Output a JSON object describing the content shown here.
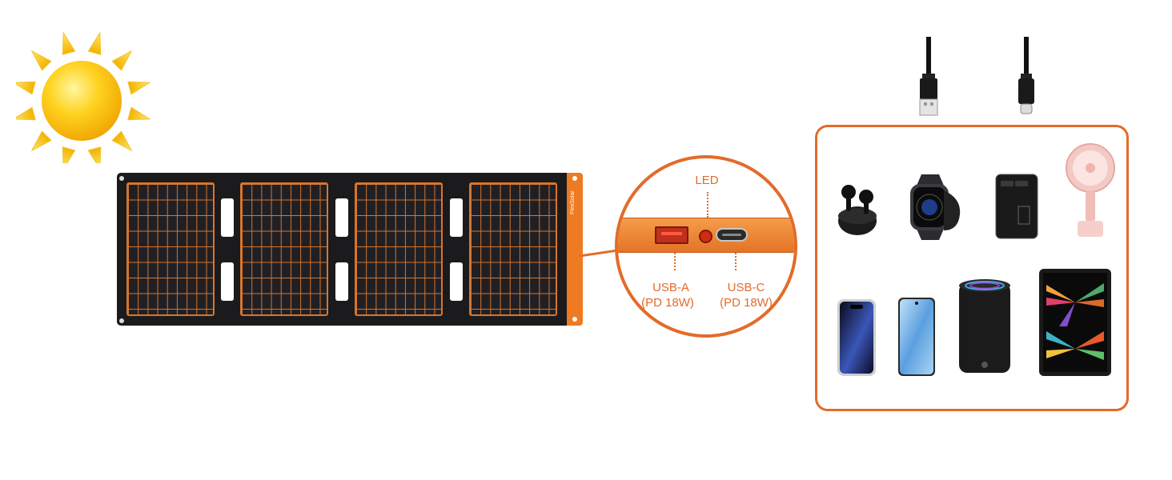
{
  "callout": {
    "led_label": "LED",
    "usb_a_label": "USB-A",
    "usb_a_spec": "(PD 18W)",
    "usb_c_label": "USB-C",
    "usb_c_spec": "(PD 18W)"
  },
  "panel": {
    "brand_text": "FlexSolar"
  },
  "colors": {
    "accent": "#e36b2a",
    "panel_frame": "#1b1b1d",
    "grid_line": "#d9752b"
  },
  "cables": [
    "usb-a-cable-icon",
    "usb-c-cable-icon"
  ],
  "devices": [
    "earbuds-icon",
    "smartwatch-icon",
    "power-bank-icon",
    "handheld-fan-icon",
    "iphone-icon",
    "android-phone-icon",
    "smart-speaker-icon",
    "tablet-icon"
  ]
}
